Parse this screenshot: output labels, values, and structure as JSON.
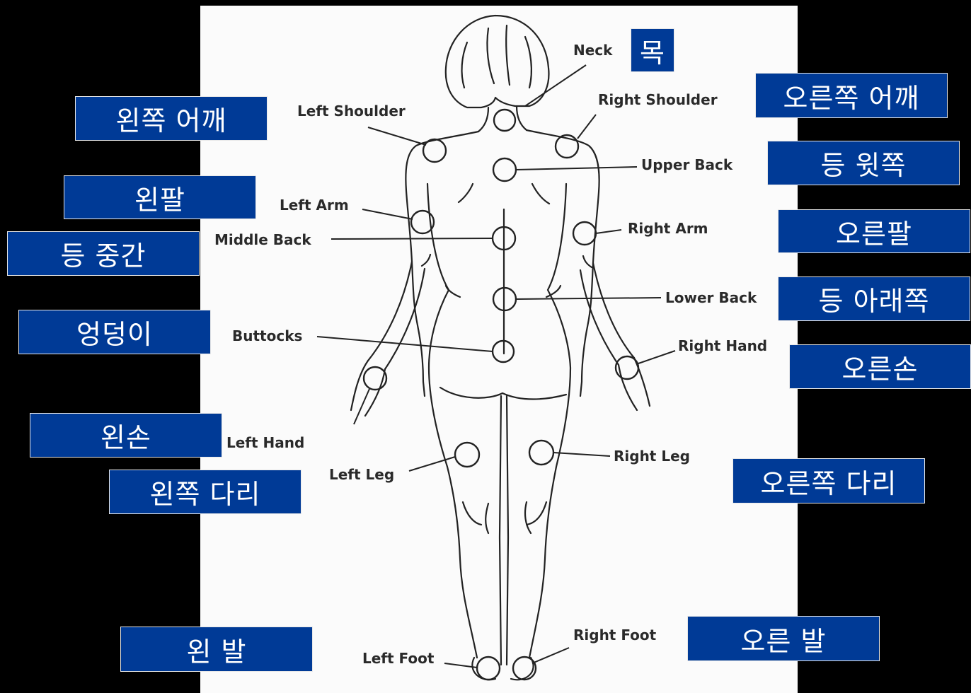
{
  "labels_en": {
    "neck": "Neck",
    "right_shoulder": "Right Shoulder",
    "left_shoulder": "Left Shoulder",
    "upper_back": "Upper Back",
    "left_arm": "Left Arm",
    "right_arm": "Right Arm",
    "middle_back": "Middle Back",
    "lower_back": "Lower Back",
    "buttocks": "Buttocks",
    "right_hand": "Right Hand",
    "left_hand": "Left Hand",
    "right_leg": "Right Leg",
    "left_leg": "Left Leg",
    "right_foot": "Right Foot",
    "left_foot": "Left Foot"
  },
  "labels_ko": {
    "neck": "목",
    "right_shoulder": "오른쪽 어깨",
    "left_shoulder": "왼쪽 어깨",
    "upper_back": "등 윗쪽",
    "left_arm": "왼팔",
    "right_arm": "오른팔",
    "middle_back": "등 중간",
    "lower_back": "등 아래쪽",
    "buttocks": "엉덩이",
    "right_hand": "오른손",
    "left_hand": "왼손",
    "left_leg": "왼쪽 다리",
    "right_leg": "오른쪽 다리",
    "left_foot": "왼 발",
    "right_foot": "오른 발"
  },
  "colors": {
    "background": "#000000",
    "paper": "#fbfbfb",
    "label_box": "#003a96",
    "label_text": "#ffffff",
    "line": "#222222"
  }
}
